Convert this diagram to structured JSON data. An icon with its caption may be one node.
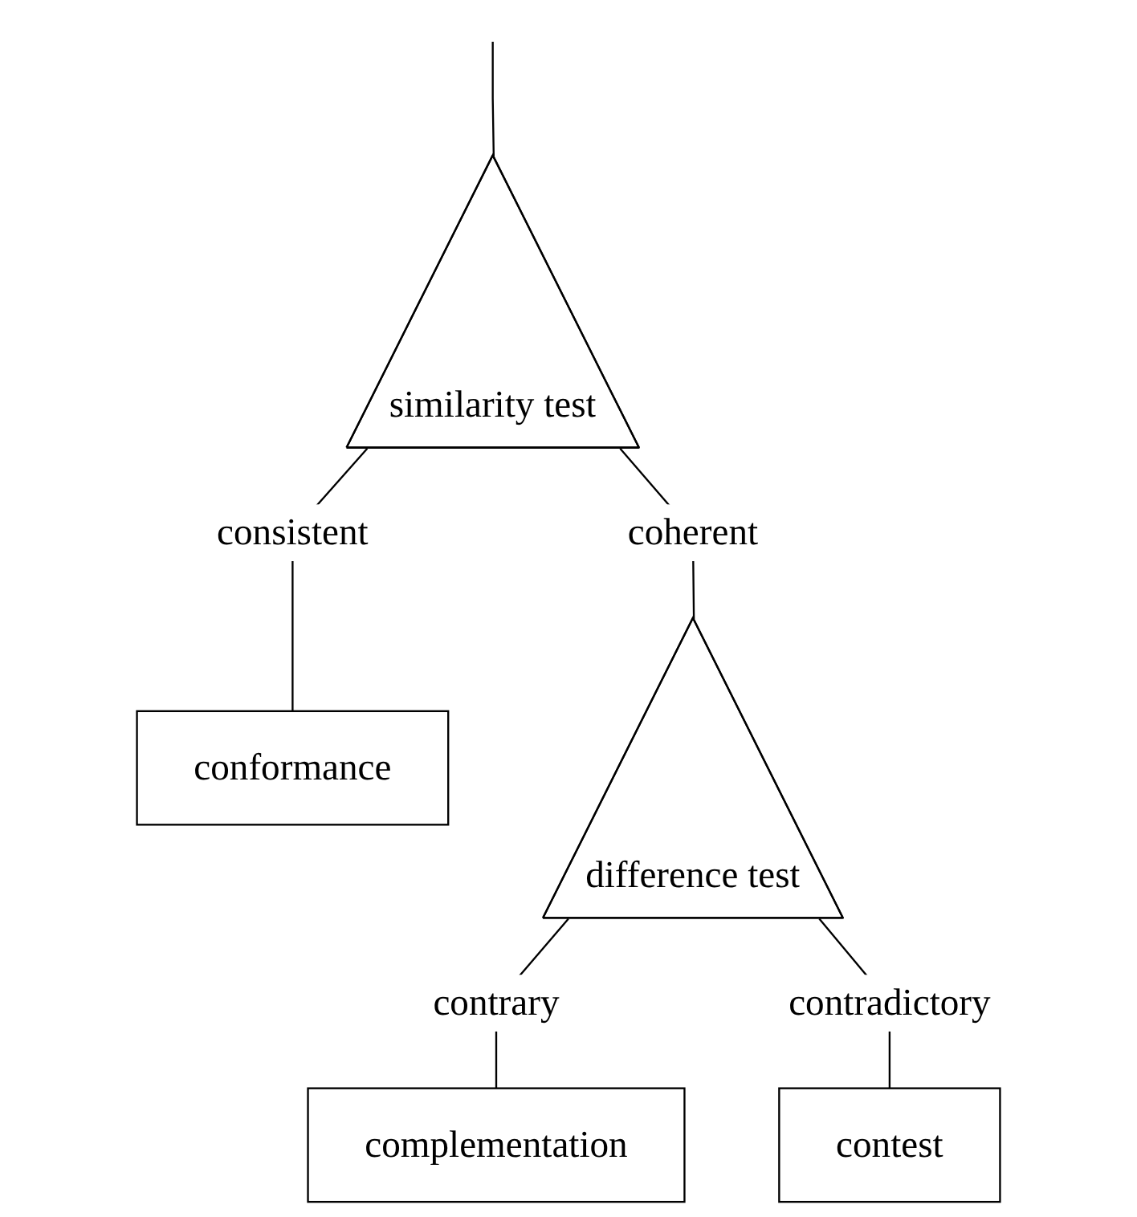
{
  "diagram": {
    "nodes": [
      {
        "text": [
          "similarity test"
        ]
      },
      {
        "text": [
          "conformance"
        ]
      },
      {
        "text": [
          "difference test"
        ]
      },
      {
        "text": [
          "complementation"
        ]
      },
      {
        "text": [
          "contest"
        ]
      }
    ],
    "edges": [
      {
        "from": null,
        "to": 0,
        "arrow": "none"
      },
      {
        "from": 0,
        "to": 1,
        "arrow": "none",
        "label": "consistent"
      },
      {
        "from": 0,
        "to": 2,
        "arrow": "none",
        "label": "coherent"
      },
      {
        "from": 2,
        "to": 3,
        "arrow": "none",
        "label": "contrary"
      },
      {
        "from": 2,
        "to": 4,
        "arrow": "none",
        "label": "contradictory"
      }
    ]
  }
}
